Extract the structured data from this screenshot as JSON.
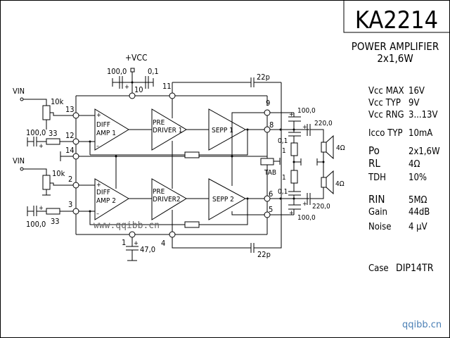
{
  "title": "KA2214",
  "subtitle": "POWER AMPLIFIER",
  "power_rating": "2x1,6W",
  "specs": [
    {
      "label": "Vcc MAX",
      "value": "16V"
    },
    {
      "label": "Vcc TYP",
      "value": "9V"
    },
    {
      "label": "Vcc RNG",
      "value": "3...13V"
    },
    {
      "label": "Icco TYP",
      "value": "10mA"
    },
    {
      "label": "Po",
      "value": "2x1,6W"
    },
    {
      "label": "RL",
      "value": "4Ω"
    },
    {
      "label": "TDH",
      "value": "10%"
    },
    {
      "label": "RIN",
      "value": "5MΩ"
    },
    {
      "label": "Gain",
      "value": "44dB"
    },
    {
      "label": "Noise",
      "value": "4 µV"
    }
  ],
  "case": {
    "label": "Case",
    "value": "DIP14TR"
  },
  "schematic": {
    "supply": "+VCC",
    "vin": "VIN",
    "blocks": {
      "diff_amp_1": [
        "DIFF",
        "AMP 1"
      ],
      "diff_amp_2": [
        "DIFF",
        "AMP 2"
      ],
      "pre_driver_1": [
        "PRE",
        "DRIVER 1"
      ],
      "pre_driver_2": [
        "PRE",
        "DRIVER2"
      ],
      "sepp_1": "SEPP 1",
      "sepp_2": "SEPP 2"
    },
    "pins": [
      "1",
      "2",
      "3",
      "4",
      "5",
      "6",
      "8",
      "9",
      "10",
      "11",
      "12",
      "13",
      "14"
    ],
    "tab": "TAB",
    "components": {
      "c_vcc_elec": "100,0",
      "c_vcc_cer": "0,1",
      "pot1": "10k",
      "pot2": "10k",
      "c12": "100,0",
      "r12": "33",
      "c3": "100,0",
      "r3": "33",
      "c1": "47,0",
      "c_fb_top": "22p",
      "c_fb_bot": "22p",
      "c_boot_top": "100,0",
      "c_boot_bot": "100,0",
      "c_out_top": "220,0",
      "c_out_bot": "220,0",
      "c_zob_top": "0,1",
      "c_zob_bot": "0,1",
      "r_zob_top": "1",
      "r_zob_bot": "1",
      "spk_top": "4Ω",
      "spk_bot": "4Ω"
    },
    "watermark": "www.qqibb.cn"
  },
  "site_label": "qqibb.cn"
}
